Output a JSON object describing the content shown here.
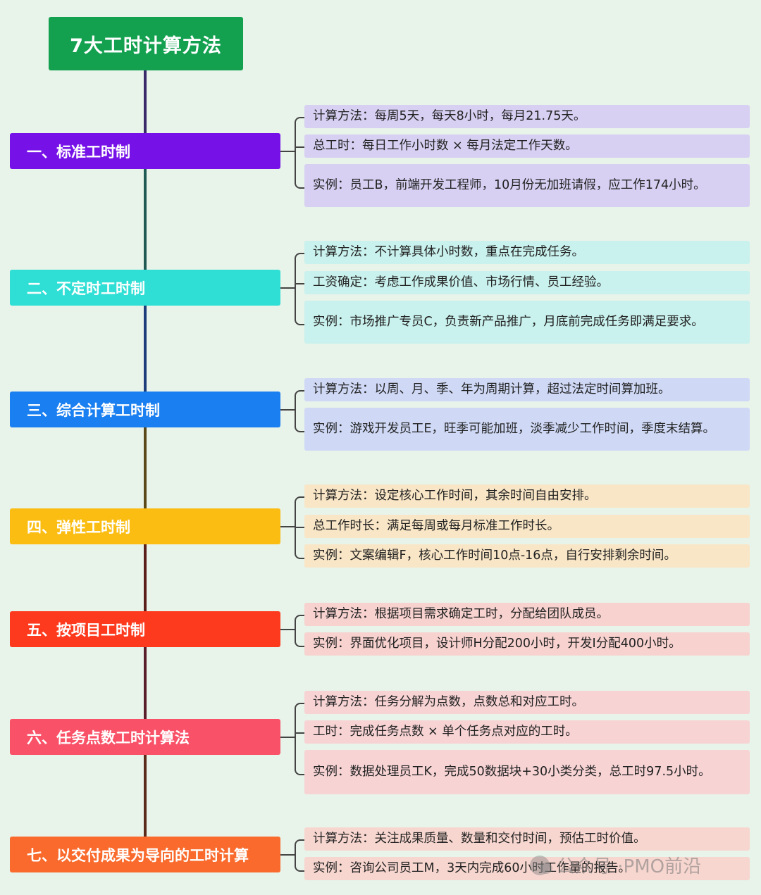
{
  "title": "7大工时计算方法",
  "categories": [
    {
      "label": "一、标准工时制",
      "color": "#7612e8",
      "item_bg": "#d7d0f3",
      "items": [
        "计算方法：每周5天，每天8小时，每月21.75天。",
        "总工时：每日工作小时数 × 每月法定工作天数。",
        "实例：员工B，前端开发工程师，10月份无加班请假，应工作174小时。"
      ]
    },
    {
      "label": "二、不定时工时制",
      "color": "#2fdfd5",
      "item_bg": "#c9f1ed",
      "items": [
        "计算方法：不计算具体小时数，重点在完成任务。",
        "工资确定：考虑工作成果价值、市场行情、员工经验。",
        "实例：市场推广专员C，负责新产品推广，月底前完成任务即满足要求。"
      ]
    },
    {
      "label": "三、综合计算工时制",
      "color": "#1a7ff0",
      "item_bg": "#cfd9f6",
      "items": [
        "计算方法：以周、月、季、年为周期计算，超过法定时间算加班。",
        "实例：游戏开发员工E，旺季可能加班，淡季减少工作时间，季度末结算。"
      ]
    },
    {
      "label": "四、弹性工时制",
      "color": "#fbbd11",
      "item_bg": "#f9e6c6",
      "items": [
        "计算方法：设定核心工作时间，其余时间自由安排。",
        "总工作时长：满足每周或每月标准工作时长。",
        "实例：文案编辑F，核心工作时间10点-16点，自行安排剩余时间。"
      ]
    },
    {
      "label": "五、按项目工时制",
      "color": "#fd3a1d",
      "item_bg": "#f7d2cf",
      "items": [
        "计算方法：根据项目需求确定工时，分配给团队成员。",
        "实例：界面优化项目，设计师H分配200小时，开发I分配400小时。"
      ]
    },
    {
      "label": "六、任务点数工时计算法",
      "color": "#f95268",
      "item_bg": "#f7d3d4",
      "items": [
        "计算方法：任务分解为点数，点数总和对应工时。",
        "工时：完成任务点数 × 单个任务点对应的工时。",
        "实例：数据处理员工K，完成50数据块+30小类分类，总工时97.5小时。"
      ]
    },
    {
      "label": "七、以交付成果为导向的工时计算",
      "color": "#f96a2c",
      "item_bg": "#f7d6cf",
      "items": [
        "计算方法：关注成果质量、数量和交付时间，预估工时价值。",
        "实例：咨询公司员工M，3天内完成60小时工作量的报告。"
      ]
    }
  ],
  "watermark": {
    "prefix": "公众号 · ",
    "name": "PMO前沿"
  }
}
